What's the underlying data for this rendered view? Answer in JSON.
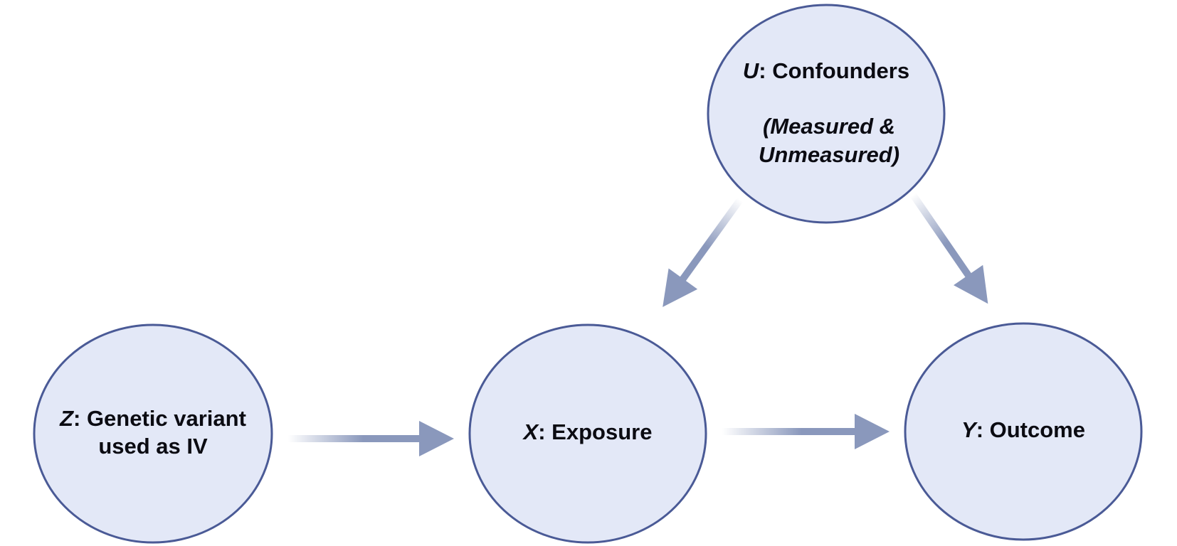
{
  "nodes": {
    "z": {
      "var": "Z",
      "sep": ":",
      "line1": " Genetic variant",
      "line2": "used as IV"
    },
    "x": {
      "var": "X",
      "sep": ":",
      "line1": " Exposure"
    },
    "y": {
      "var": "Y",
      "sep": ":",
      "line1": " Outcome"
    },
    "u": {
      "var": "U",
      "sep": ":",
      "line1": " Confounders",
      "line2": "(Measured &",
      "line3": "Unmeasured)"
    }
  },
  "edges": [
    {
      "from": "z",
      "to": "x"
    },
    {
      "from": "x",
      "to": "y"
    },
    {
      "from": "u",
      "to": "x"
    },
    {
      "from": "u",
      "to": "y"
    }
  ],
  "colors": {
    "node_fill": "#e3e8f7",
    "node_stroke": "#4a5a96",
    "arrow": "#8a98bc",
    "text": "#0b0b12"
  }
}
